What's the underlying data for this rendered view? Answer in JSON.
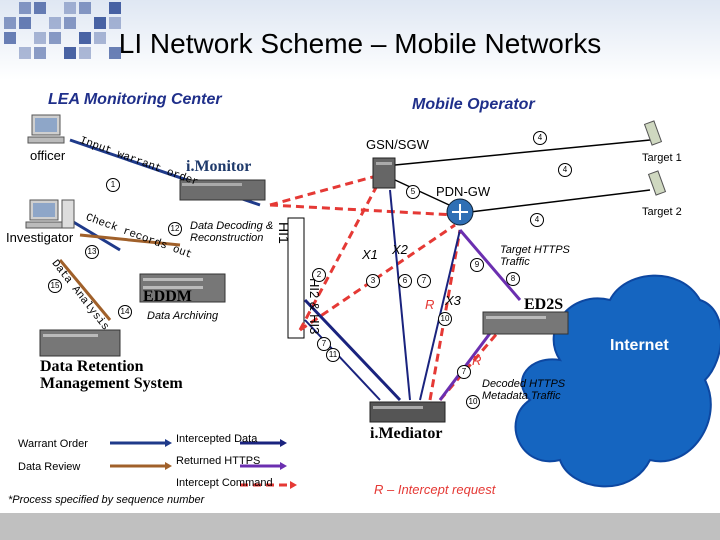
{
  "title": "LI Network Scheme – Mobile Networks",
  "lea": {
    "heading": "LEA Monitoring Center",
    "officer": "officer",
    "investigator": "Investigator",
    "input_warrant_order": "Input warrant order",
    "check_records_out": "Check records out",
    "data_analysis": "Data Analysis",
    "imonitor": "i.Monitor",
    "data_decoding": "Data Decoding & Reconstruction",
    "eddm": "EDDM",
    "data_archiving": "Data Archiving",
    "data_retention": "Data Retention Management System"
  },
  "operator": {
    "heading": "Mobile Operator",
    "gsn_sgw": "GSN/SGW",
    "pdn_gw": "PDN-GW",
    "target1": "Target 1",
    "target2": "Target 2",
    "target_https": "Target HTTPS Traffic",
    "x1": "X1",
    "x2": "X2",
    "x3": "X3",
    "r": "R",
    "ed2s": "ED2S",
    "internet": "Internet",
    "decoded_https": "Decoded HTTPS Metadata Traffic",
    "imediator": "i.Mediator",
    "hi1": "HI1",
    "hi2_hi3": "HI2 & HI3"
  },
  "legend": {
    "warrant_order": "Warrant Order",
    "data_review": "Data Review",
    "intercepted_data": "Intercepted Data",
    "returned_https": "Returned HTTPS",
    "intercept_command": "Intercept Command",
    "process_note": "*Process specified by sequence number",
    "r_note": "R – Intercept request"
  },
  "steps": [
    "1",
    "2",
    "3",
    "4",
    "4",
    "4",
    "5",
    "6",
    "7",
    "7",
    "7",
    "8",
    "9",
    "10",
    "10",
    "11",
    "12",
    "13",
    "14",
    "15"
  ],
  "colors": {
    "header_grid": "#1f3f8f",
    "cloud": "#1565c0",
    "warrant": "#1f3a8a",
    "review": "#a0602a",
    "intercepted": "#1a237e",
    "https": "#6b2fb0",
    "command": "#e53935"
  }
}
